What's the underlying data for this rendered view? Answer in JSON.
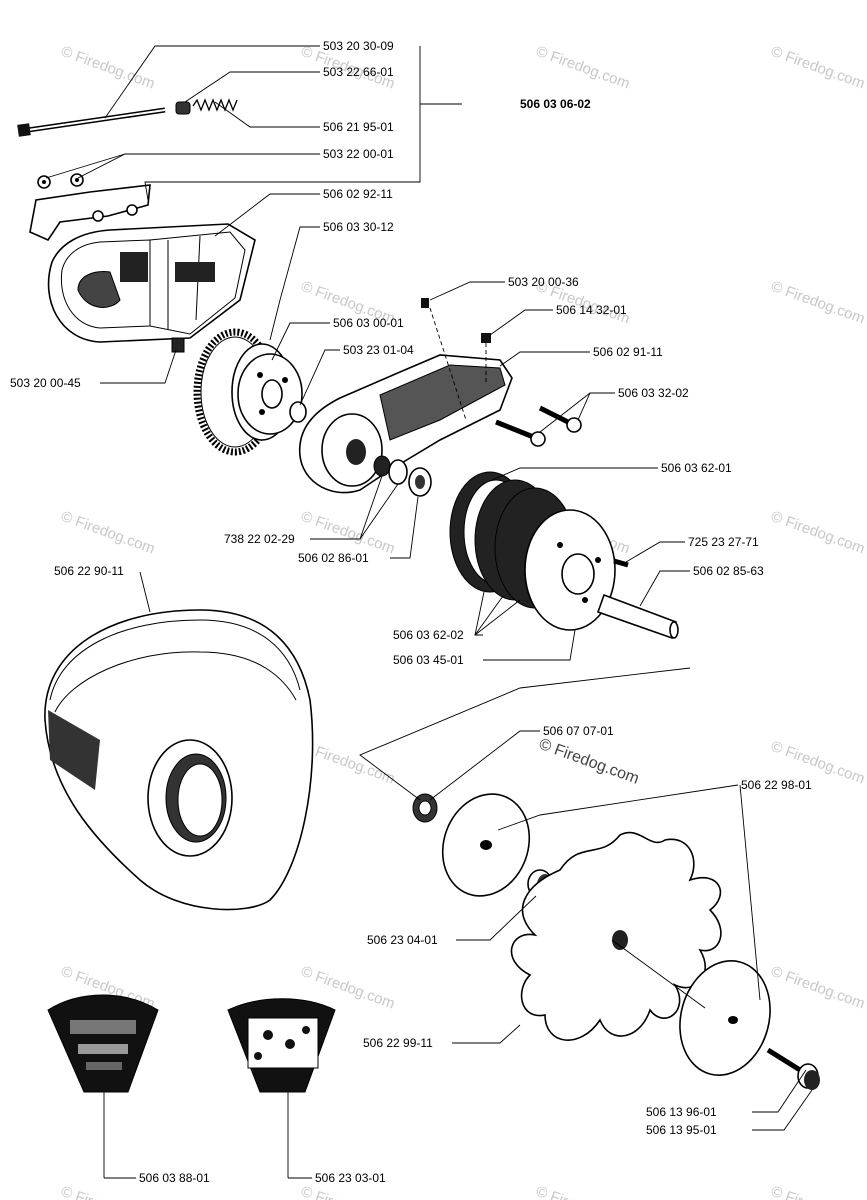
{
  "watermark": {
    "text": "© Firedog.com"
  },
  "labels": [
    {
      "id": "p1",
      "text": "503 20 30-09"
    },
    {
      "id": "p2",
      "text": "503 22 66-01"
    },
    {
      "id": "p3",
      "text": "506 21 95-01"
    },
    {
      "id": "p4",
      "text": "503 22 00-01"
    },
    {
      "id": "p5",
      "text": "506 02 92-11"
    },
    {
      "id": "p6",
      "text": "506 03 30-12"
    },
    {
      "id": "p7",
      "text": "506 03 06-02"
    },
    {
      "id": "p8",
      "text": "503 20 00-36"
    },
    {
      "id": "p9",
      "text": "506 14 32-01"
    },
    {
      "id": "p10",
      "text": "506 03 00-01"
    },
    {
      "id": "p11",
      "text": "503 23 01-04"
    },
    {
      "id": "p12",
      "text": "506 02 91-11"
    },
    {
      "id": "p13",
      "text": "506 03 32-02"
    },
    {
      "id": "p14",
      "text": "503 20 00-45"
    },
    {
      "id": "p15",
      "text": "506 03 62-01"
    },
    {
      "id": "p16",
      "text": "738 22 02-29"
    },
    {
      "id": "p17",
      "text": "506 02 86-01"
    },
    {
      "id": "p18",
      "text": "725 23 27-71"
    },
    {
      "id": "p19",
      "text": "506 02 85-63"
    },
    {
      "id": "p20",
      "text": "506 22 90-11"
    },
    {
      "id": "p21",
      "text": "506 03 62-02"
    },
    {
      "id": "p22",
      "text": "506 03 45-01"
    },
    {
      "id": "p23",
      "text": "506 07 07-01"
    },
    {
      "id": "p24",
      "text": "506 22 98-01"
    },
    {
      "id": "p25",
      "text": "506 23 04-01"
    },
    {
      "id": "p26",
      "text": "506 22 99-11"
    },
    {
      "id": "p27",
      "text": "506 13 96-01"
    },
    {
      "id": "p28",
      "text": "506 13 95-01"
    },
    {
      "id": "p29",
      "text": "506 03 88-01"
    },
    {
      "id": "p30",
      "text": "506 23 03-01"
    }
  ]
}
